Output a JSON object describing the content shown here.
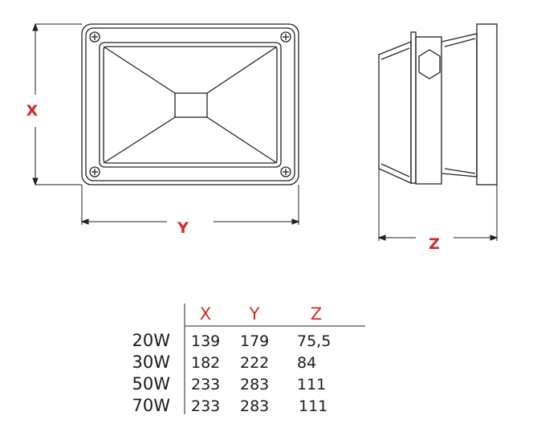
{
  "dimension_labels": {
    "x": "X",
    "y": "Y",
    "z": "Z"
  },
  "table": {
    "headers": [
      "X",
      "Y",
      "Z"
    ],
    "rows": [
      {
        "model": "20W",
        "x": "139",
        "y": "179",
        "z": "75,5"
      },
      {
        "model": "30W",
        "x": "182",
        "y": "222",
        "z": "84"
      },
      {
        "model": "50W",
        "x": "233",
        "y": "283",
        "z": "111"
      },
      {
        "model": "70W",
        "x": "233",
        "y": "283",
        "z": "111"
      }
    ]
  },
  "colors": {
    "accent": "#d62828",
    "line": "#222222",
    "text": "#1a1a1a"
  }
}
